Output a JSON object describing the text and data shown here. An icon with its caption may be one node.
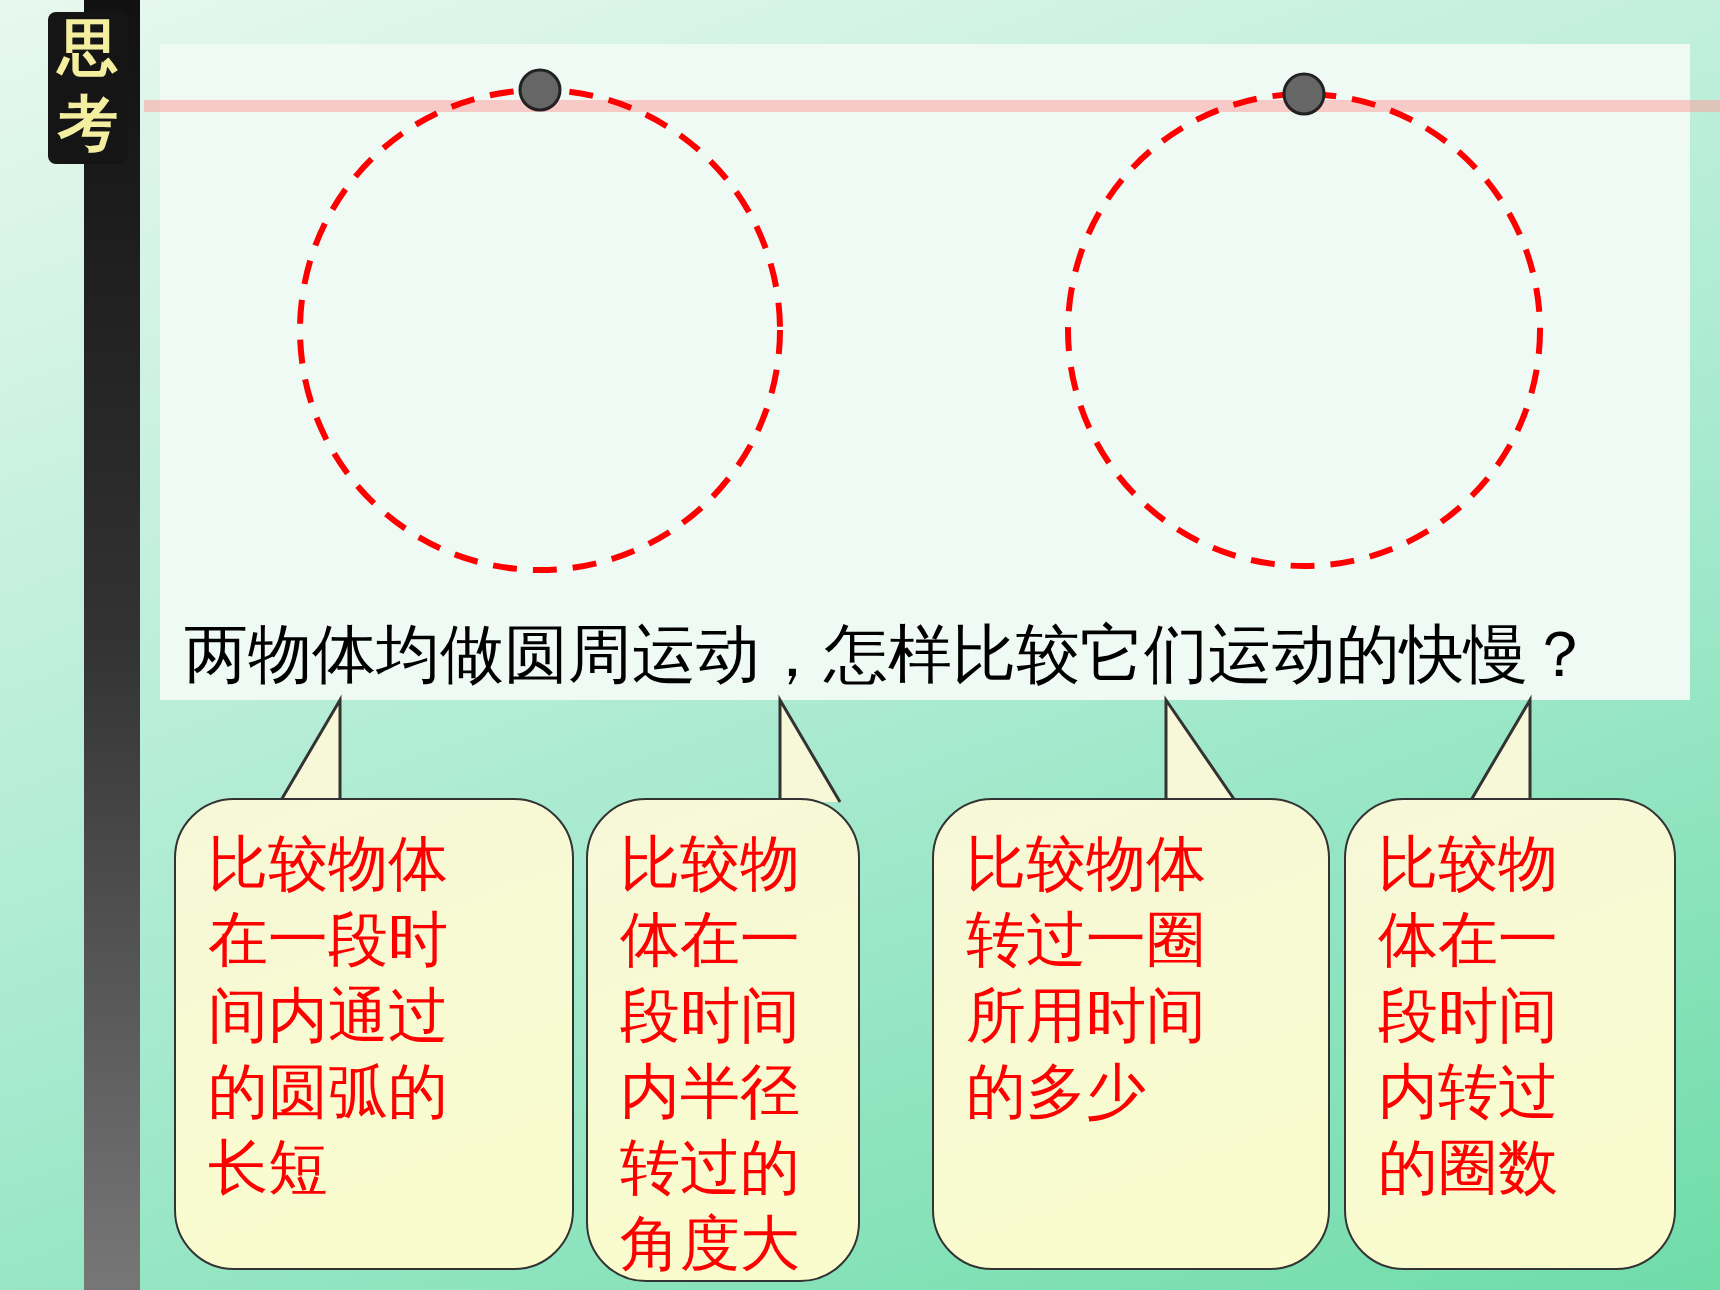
{
  "diagram": {
    "title": "思考",
    "nodes": [
      {
        "text": [
          "两物体均做圆周运动，怎样比较它们运动的快慢？"
        ]
      },
      {
        "text": [
          "比较物体在一段时间内通过的圆弧的长短"
        ]
      },
      {
        "text": [
          "比较物体在一段时间内半径转过的角度大"
        ]
      },
      {
        "text": [
          "比较物体转过一圈所用时间的多少"
        ]
      },
      {
        "text": [
          "比较物体在一段时间内转过的圈数"
        ]
      }
    ],
    "edges": [
      {
        "from": 1,
        "to": 0,
        "arrow": "to"
      },
      {
        "from": 2,
        "to": 0,
        "arrow": "to"
      },
      {
        "from": 3,
        "to": 0,
        "arrow": "to"
      },
      {
        "from": 4,
        "to": 0,
        "arrow": "to"
      }
    ]
  }
}
